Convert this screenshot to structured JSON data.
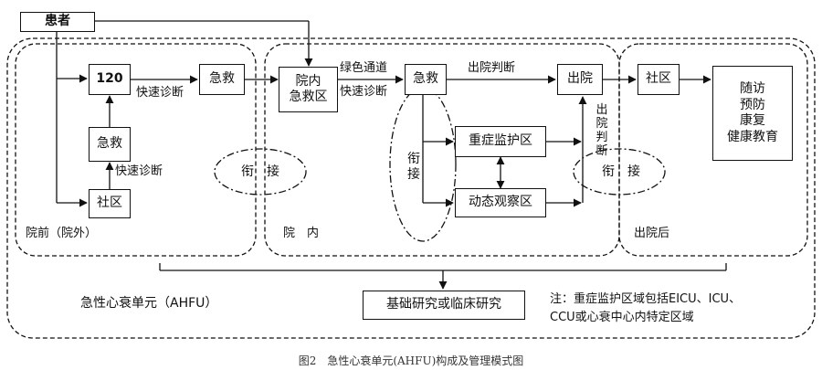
{
  "boxes": {
    "patient": "患者",
    "ems120": "120",
    "first_aid_pre": "急救",
    "first_aid_pre_lower": "急救",
    "community_pre": "社区",
    "hospital_er": "院内\n急救区",
    "first_aid_hosp": "急救",
    "icu_zone": "重症监护区",
    "observation_zone": "动态观察区",
    "discharge": "出院",
    "community_post": "社区",
    "followup": "随访\n预防\n康复\n健康教育",
    "research": "基础研究或临床研究"
  },
  "labels": {
    "quick_dx_1": "快速诊断",
    "quick_dx_2": "快速诊断",
    "green_channel": "绿色通道",
    "quick_dx_3": "快速诊断",
    "discharge_judgment_h": "出院判断",
    "discharge_judgment_v": "出院判断",
    "handover_1": "衔　接",
    "handover_2": "衔接",
    "handover_3": "衔　接",
    "region_pre": "院前（院外）",
    "region_in": "院　内",
    "region_post": "出院后",
    "ahfu_unit": "急性心衰单元（AHFU）"
  },
  "note": {
    "line1": "注：重症监护区域包括EICU、ICU、",
    "line2": "CCU或心衰中心内特定区域"
  },
  "caption": "图2　急性心衰单元(AHFU)构成及管理模式图"
}
